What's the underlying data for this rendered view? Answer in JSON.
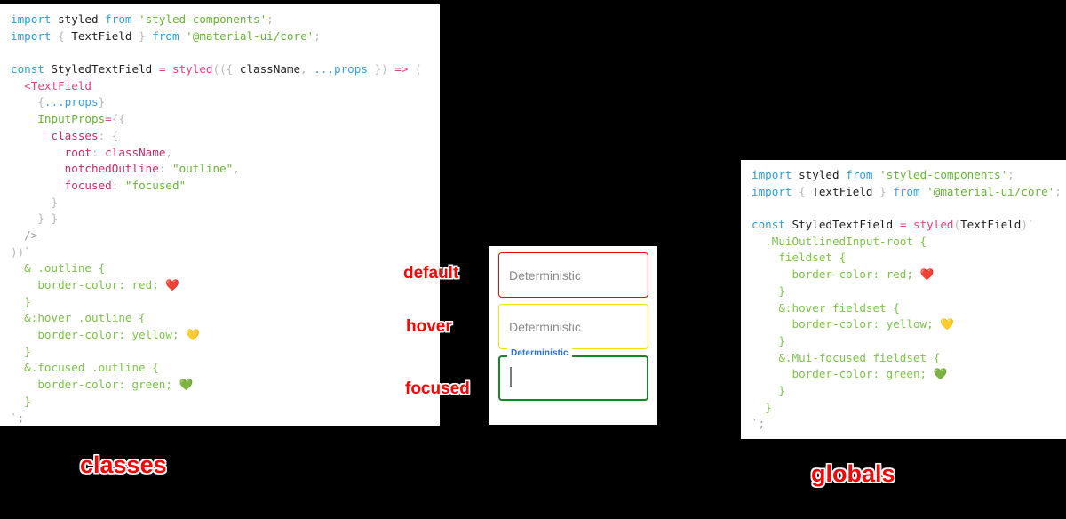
{
  "panels": {
    "classes": {
      "title": "classes",
      "code_lines": [
        [
          {
            "t": "kw",
            "s": "import"
          },
          {
            "t": "id",
            "s": " styled "
          },
          {
            "t": "kw",
            "s": "from"
          },
          {
            "t": "str",
            "s": " 'styled-components'"
          },
          {
            "t": "punc",
            "s": ";"
          }
        ],
        [
          {
            "t": "kw",
            "s": "import"
          },
          {
            "t": "punc",
            "s": " { "
          },
          {
            "t": "id",
            "s": "TextField"
          },
          {
            "t": "punc",
            "s": " } "
          },
          {
            "t": "kw",
            "s": "from"
          },
          {
            "t": "str",
            "s": " '@material-ui/core'"
          },
          {
            "t": "punc",
            "s": ";"
          }
        ],
        [
          {
            "t": "id",
            "s": ""
          }
        ],
        [
          {
            "t": "kw",
            "s": "const"
          },
          {
            "t": "id",
            "s": " StyledTextField "
          },
          {
            "t": "op",
            "s": "="
          },
          {
            "t": "fn",
            "s": " styled"
          },
          {
            "t": "punc",
            "s": "(({ "
          },
          {
            "t": "id",
            "s": "className"
          },
          {
            "t": "punc",
            "s": ", "
          },
          {
            "t": "prop",
            "s": "...props"
          },
          {
            "t": "punc",
            "s": " }) "
          },
          {
            "t": "op",
            "s": "=>"
          },
          {
            "t": "punc",
            "s": " ("
          }
        ],
        [
          {
            "t": "tag",
            "s": "  <TextField"
          }
        ],
        [
          {
            "t": "punc",
            "s": "    {"
          },
          {
            "t": "prop",
            "s": "...props"
          },
          {
            "t": "punc",
            "s": "}"
          }
        ],
        [
          {
            "t": "attr",
            "s": "    InputProps"
          },
          {
            "t": "op",
            "s": "="
          },
          {
            "t": "punc",
            "s": "{{"
          }
        ],
        [
          {
            "t": "key",
            "s": "      classes"
          },
          {
            "t": "punc",
            "s": ": {"
          }
        ],
        [
          {
            "t": "key",
            "s": "        root"
          },
          {
            "t": "punc",
            "s": ": "
          },
          {
            "t": "key",
            "s": "className"
          },
          {
            "t": "punc",
            "s": ","
          }
        ],
        [
          {
            "t": "key",
            "s": "        notchedOutline"
          },
          {
            "t": "punc",
            "s": ": "
          },
          {
            "t": "val",
            "s": "\"outline\""
          },
          {
            "t": "punc",
            "s": ","
          }
        ],
        [
          {
            "t": "key",
            "s": "        focused"
          },
          {
            "t": "punc",
            "s": ": "
          },
          {
            "t": "val",
            "s": "\"focused\""
          }
        ],
        [
          {
            "t": "punc",
            "s": "      }"
          }
        ],
        [
          {
            "t": "punc",
            "s": "    } }"
          }
        ],
        [
          {
            "t": "gray",
            "s": "  />"
          }
        ],
        [
          {
            "t": "punc",
            "s": "))`"
          }
        ],
        [
          {
            "t": "css",
            "s": "  & .outline {"
          }
        ],
        [
          {
            "t": "css",
            "s": "    border-color: red; "
          },
          {
            "t": "emoji",
            "s": "❤️"
          }
        ],
        [
          {
            "t": "css",
            "s": "  }"
          }
        ],
        [
          {
            "t": "css",
            "s": "  &:hover .outline {"
          }
        ],
        [
          {
            "t": "css",
            "s": "    border-color: yellow; "
          },
          {
            "t": "emoji",
            "s": "💛"
          }
        ],
        [
          {
            "t": "css",
            "s": "  }"
          }
        ],
        [
          {
            "t": "css",
            "s": "  &.focused .outline {"
          }
        ],
        [
          {
            "t": "css",
            "s": "    border-color: green; "
          },
          {
            "t": "emoji",
            "s": "💚"
          }
        ],
        [
          {
            "t": "css",
            "s": "  }"
          }
        ],
        [
          {
            "t": "gray",
            "s": "`;"
          }
        ]
      ]
    },
    "globals": {
      "title": "globals",
      "code_lines": [
        [
          {
            "t": "kw",
            "s": "import"
          },
          {
            "t": "id",
            "s": " styled "
          },
          {
            "t": "kw",
            "s": "from"
          },
          {
            "t": "str",
            "s": " 'styled-components'"
          },
          {
            "t": "punc",
            "s": ";"
          }
        ],
        [
          {
            "t": "kw",
            "s": "import"
          },
          {
            "t": "punc",
            "s": " { "
          },
          {
            "t": "id",
            "s": "TextField"
          },
          {
            "t": "punc",
            "s": " } "
          },
          {
            "t": "kw",
            "s": "from"
          },
          {
            "t": "str",
            "s": " '@material-ui/core'"
          },
          {
            "t": "punc",
            "s": ";"
          }
        ],
        [
          {
            "t": "id",
            "s": ""
          }
        ],
        [
          {
            "t": "kw",
            "s": "const"
          },
          {
            "t": "id",
            "s": " StyledTextField "
          },
          {
            "t": "op",
            "s": "="
          },
          {
            "t": "fn",
            "s": " styled"
          },
          {
            "t": "punc",
            "s": "("
          },
          {
            "t": "id",
            "s": "TextField"
          },
          {
            "t": "punc",
            "s": ")`"
          }
        ],
        [
          {
            "t": "css",
            "s": "  .MuiOutlinedInput-root {"
          }
        ],
        [
          {
            "t": "css",
            "s": "    fieldset {"
          }
        ],
        [
          {
            "t": "css",
            "s": "      border-color: red; "
          },
          {
            "t": "emoji",
            "s": "❤️"
          }
        ],
        [
          {
            "t": "css",
            "s": "    }"
          }
        ],
        [
          {
            "t": "css",
            "s": "    &:hover fieldset {"
          }
        ],
        [
          {
            "t": "css",
            "s": "      border-color: yellow; "
          },
          {
            "t": "emoji",
            "s": "💛"
          }
        ],
        [
          {
            "t": "css",
            "s": "    }"
          }
        ],
        [
          {
            "t": "css",
            "s": "    &.Mui-focused fieldset {"
          }
        ],
        [
          {
            "t": "css",
            "s": "      border-color: green; "
          },
          {
            "t": "emoji",
            "s": "💚"
          }
        ],
        [
          {
            "t": "css",
            "s": "    }"
          }
        ],
        [
          {
            "t": "css",
            "s": "  }"
          }
        ],
        [
          {
            "t": "gray",
            "s": "`;"
          }
        ]
      ]
    }
  },
  "preview": {
    "fields": [
      {
        "state_label": "default",
        "value": "Deterministic",
        "legend": "",
        "border_color": "#ff0000",
        "has_caret": false
      },
      {
        "state_label": "hover",
        "value": "Deterministic",
        "legend": "",
        "border_color": "#f5e100",
        "has_caret": false
      },
      {
        "state_label": "focused",
        "value": "",
        "legend": "Deterministic",
        "border_color": "#128a22",
        "has_caret": true
      }
    ]
  },
  "colors": {
    "background": "#000000",
    "panel": "#ffffff",
    "annotation": "#ff0000",
    "red": "#ff0000",
    "yellow": "#f5e100",
    "green": "#128a22",
    "label_blue": "#2a70d8"
  }
}
